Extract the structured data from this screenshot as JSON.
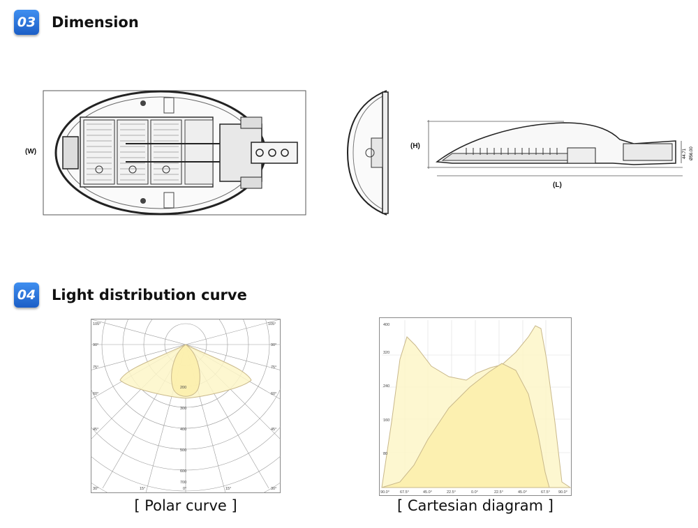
{
  "section_dimension": {
    "number": "03",
    "title": "Dimension"
  },
  "section_distribution": {
    "number": "04",
    "title": "Light distribution curve"
  },
  "dimension_labels": {
    "width": "(W)",
    "height": "(H)",
    "length": "(L)",
    "dim_a": "44.71",
    "dim_b": "Ø56.00"
  },
  "polar": {
    "caption": "[ Polar curve ]",
    "angle_labels_left": [
      "105°",
      "90°",
      "75°",
      "60°",
      "45°",
      "30°"
    ],
    "angle_labels_right": [
      "105°",
      "90°",
      "75°",
      "60°",
      "45°",
      "30°"
    ],
    "bottom_labels": [
      "15°",
      "0°",
      "15°"
    ],
    "radial_labels": [
      "200",
      "300",
      "400",
      "500",
      "600",
      "700"
    ]
  },
  "cartesian": {
    "caption": "[ Cartesian diagram ]",
    "y_labels": [
      "400",
      "320",
      "240",
      "160",
      "80"
    ],
    "x_labels": [
      "90.0°",
      "67.5°",
      "45.0°",
      "22.5°",
      "0.0°",
      "22.5°",
      "45.0°",
      "67.5°",
      "90.0°"
    ]
  },
  "colors": {
    "badge": "#2a6fd8",
    "light_fill": "#fdf6c8",
    "light_stroke": "#c9b88a"
  }
}
